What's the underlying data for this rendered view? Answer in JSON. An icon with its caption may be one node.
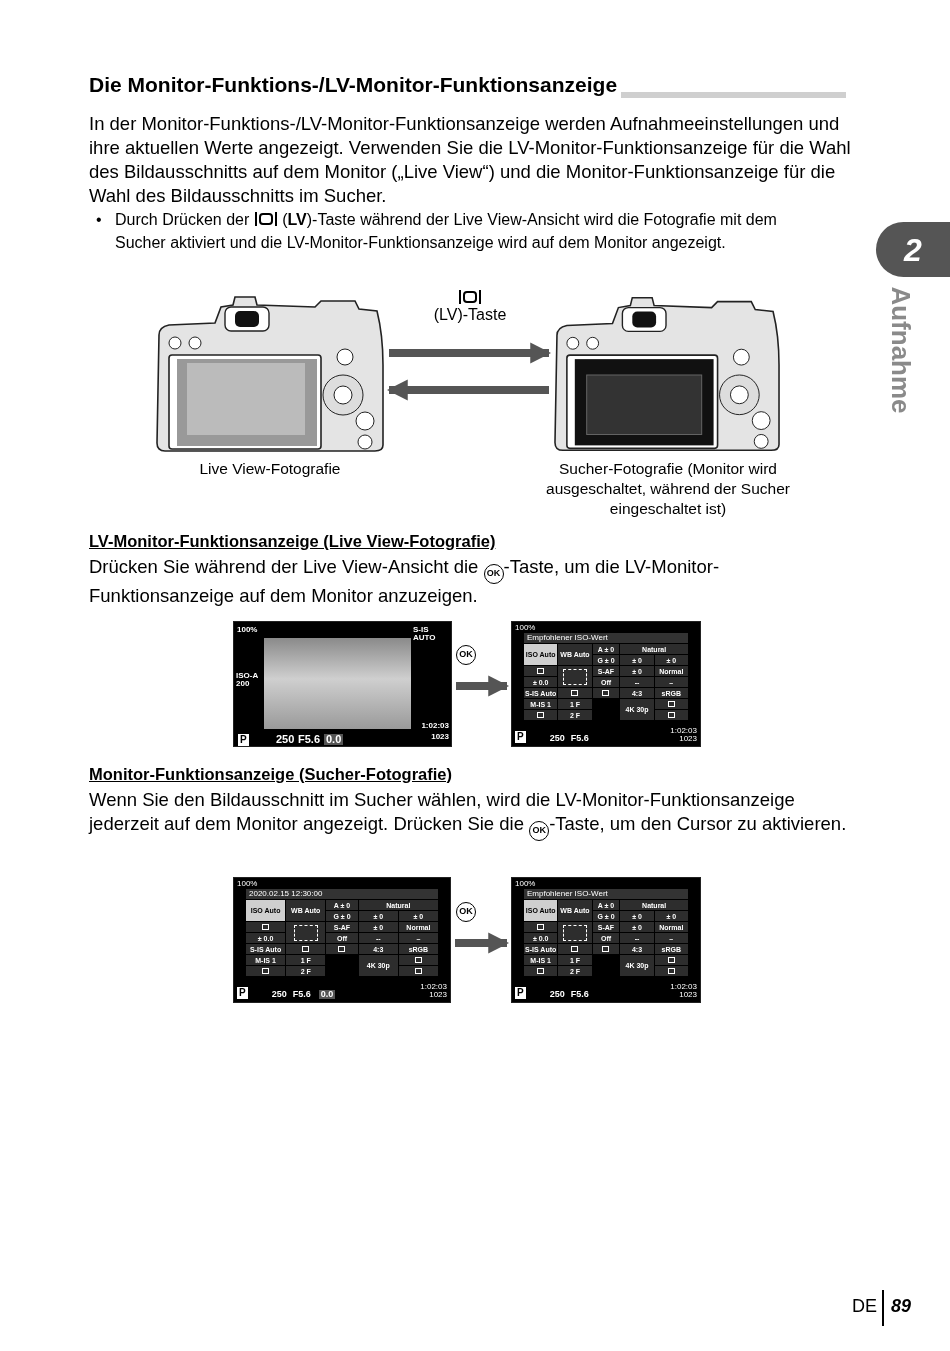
{
  "diagram": {
    "title": "Die Monitor-Funktions-/LV-Monitor-Funktionsanzeige",
    "nodes": [
      {
        "text": [],
        "shape": "picture",
        "beside": [
          "Live View-Fotografie"
        ]
      },
      {
        "text": [],
        "shape": "picture",
        "beside": [
          "Sucher-Fotografie (Monitor wird ausgeschaltet, während der Sucher eingeschaltet ist)"
        ]
      },
      {
        "text": [
          "100%",
          "S-IS AUTO",
          "ISO-A 200",
          "P",
          "250",
          "F5.6",
          "0.0",
          "1:02:03",
          "1023"
        ]
      },
      {
        "text": [
          "100%",
          "Empfohlener ISO-Wert",
          "ISO Auto",
          "WB Auto",
          "A ± 0",
          "Natural",
          "G ± 0",
          "± 0",
          "± 0",
          "S-AF",
          "± 0",
          "Normal",
          "± 0.0",
          "Off",
          "--",
          "–",
          "S-IS Auto",
          "4:3",
          "sRGB",
          "M-IS 1",
          "1 F",
          "4K 30p",
          "2 F",
          "P",
          "250",
          "F5.6",
          "1:02:03",
          "1023"
        ]
      },
      {
        "text": [
          "100%",
          "2020.02.15 12:30:00",
          "ISO Auto",
          "WB Auto",
          "A ± 0",
          "Natural",
          "G ± 0",
          "± 0",
          "± 0",
          "S-AF",
          "± 0",
          "Normal",
          "± 0.0",
          "Off",
          "--",
          "–",
          "S-IS Auto",
          "4:3",
          "sRGB",
          "M-IS 1",
          "1 F",
          "4K 30p",
          "2 F",
          "P",
          "250",
          "F5.6",
          "0.0",
          "1:02:03",
          "1023"
        ]
      },
      {
        "text": [
          "100%",
          "Empfohlener ISO-Wert",
          "ISO Auto",
          "WB Auto",
          "A ± 0",
          "Natural",
          "G ± 0",
          "± 0",
          "± 0",
          "S-AF",
          "± 0",
          "Normal",
          "± 0.0",
          "Off",
          "--",
          "–",
          "S-IS Auto",
          "4:3",
          "sRGB",
          "M-IS 1",
          "1 F",
          "4K 30p",
          "2 F",
          "P",
          "250",
          "F5.6",
          "1:02:03",
          "1023"
        ]
      },
      {
        "text": [
          "2"
        ],
        "beside": [
          "Aufnahme"
        ]
      }
    ],
    "edges": [
      {
        "from": 0,
        "to": 1,
        "arrow": "to",
        "label": "(LV)-Taste"
      },
      {
        "from": 1,
        "to": 0,
        "arrow": "to"
      },
      {
        "from": 2,
        "to": 3,
        "arrow": "to",
        "label": "OK"
      },
      {
        "from": 4,
        "to": 5,
        "arrow": "to",
        "label": "OK"
      }
    ],
    "labels": [
      "In der Monitor-Funktions-/LV-Monitor-Funktionsanzeige werden Aufnahmeeinstellungen und ihre aktuellen Werte angezeigt. Verwenden Sie die LV-Monitor-Funktionsanzeige für die Wahl des Bildausschnitts auf dem Monitor („Live View“) und die Monitor-Funktionsanzeige für die Wahl des Bildausschnitts im Sucher.",
      "Durch Drücken der",
      "(**LV**)-Taste während der Live View-Ansicht wird die Fotografie mit dem Sucher aktiviert und die LV-Monitor-Funktionsanzeige wird auf dem Monitor angezeigt.",
      "LV-Monitor-Funktionsanzeige (Live View-Fotografie)",
      "Drücken Sie während der Live View-Ansicht die",
      "-Taste, um die LV-Monitor-Funktionsanzeige auf dem Monitor anzuzeigen.",
      "Monitor-Funktionsanzeige (Sucher-Fotografie)",
      "Wenn Sie den Bildausschnitt im Sucher wählen, wird die LV-Monitor-Funktionsanzeige jederzeit auf dem Monitor angezeigt. Drücken Sie die",
      "-Taste, um den Cursor zu aktivieren.",
      "DE",
      "89",
      "•",
      "OK",
      "OK"
    ]
  }
}
